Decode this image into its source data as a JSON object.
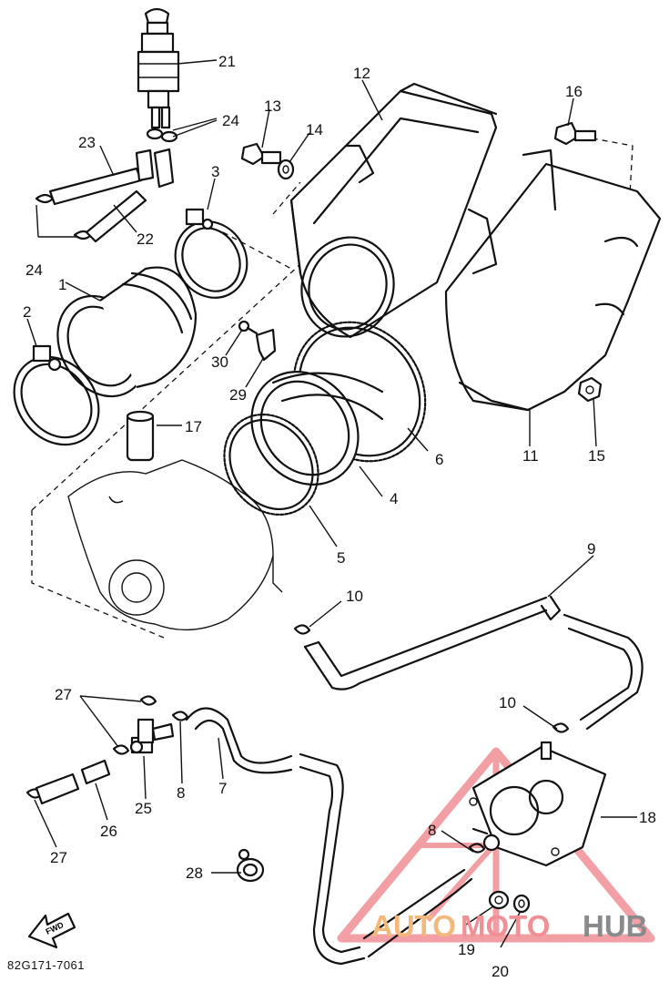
{
  "diagram": {
    "part_numbers": {
      "p1": "1",
      "p2": "2",
      "p3": "3",
      "p4": "4",
      "p5": "5",
      "p6": "6",
      "p7": "7",
      "p8a": "8",
      "p8b": "8",
      "p9": "9",
      "p10a": "10",
      "p10b": "10",
      "p11": "11",
      "p12": "12",
      "p13": "13",
      "p14": "14",
      "p15": "15",
      "p16": "16",
      "p17": "17",
      "p18": "18",
      "p19": "19",
      "p20": "20",
      "p21": "21",
      "p22": "22",
      "p23": "23",
      "p24a": "24",
      "p24b": "24",
      "p25": "25",
      "p26": "26",
      "p27a": "27",
      "p27b": "27",
      "p28": "28",
      "p29": "29",
      "p30": "30"
    },
    "fwd_label": "FWD",
    "drawing_code": "82G171-7061"
  },
  "watermark": {
    "part1": "AUTO",
    "part2": "MOTO",
    "part3": "HUB",
    "color_primary": "#f08f95",
    "color_secondary": "#f3b97c",
    "color_gray": "#888a8c"
  }
}
